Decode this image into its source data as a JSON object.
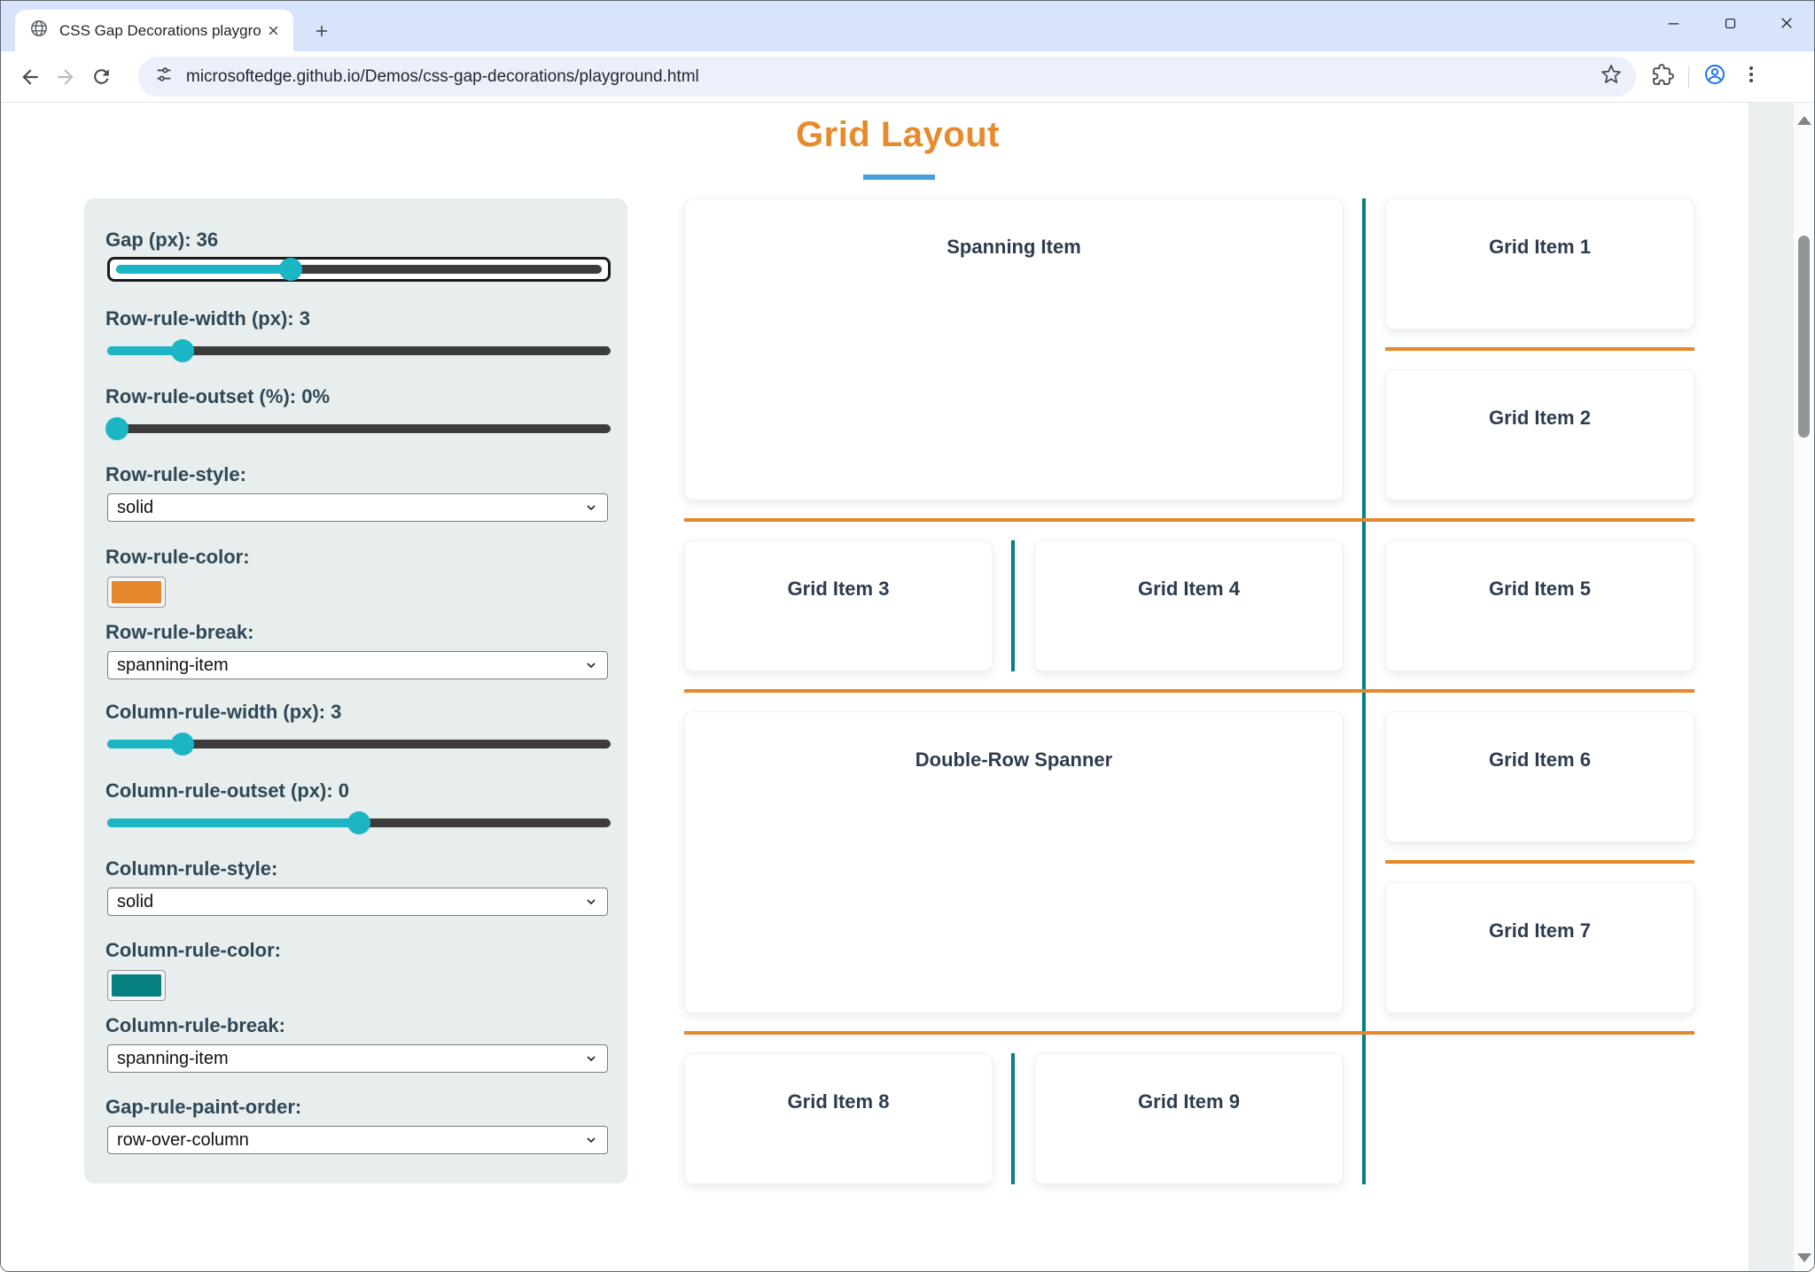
{
  "browser": {
    "tab_title": "CSS Gap Decorations playgroun",
    "url": "microsoftedge.github.io/Demos/css-gap-decorations/playground.html"
  },
  "page": {
    "title": "Grid Layout"
  },
  "theme": {
    "title_orange": "#e78a2b",
    "underline_blue": "#4aa0db",
    "row_rule_color": "#e5882b",
    "column_rule_color": "#057f7f",
    "slider_teal": "#1cb5c5",
    "panel_bg": "#e8eded",
    "label_color": "#2f4858"
  },
  "controls": {
    "gap": {
      "label": "Gap (px): 36",
      "percent": 36
    },
    "row_rule_width": {
      "label": "Row-rule-width (px): 3",
      "percent": 15
    },
    "row_rule_outset": {
      "label": "Row-rule-outset (%): 0%",
      "percent": 2
    },
    "row_rule_style": {
      "label": "Row-rule-style:",
      "value": "solid"
    },
    "row_rule_color": {
      "label": "Row-rule-color:",
      "value": "#e5882b"
    },
    "row_rule_break": {
      "label": "Row-rule-break:",
      "value": "spanning-item"
    },
    "column_rule_width": {
      "label": "Column-rule-width (px): 3",
      "percent": 15
    },
    "column_rule_outset": {
      "label": "Column-rule-outset (px): 0",
      "percent": 50
    },
    "column_rule_style": {
      "label": "Column-rule-style:",
      "value": "solid"
    },
    "column_rule_color": {
      "label": "Column-rule-color:",
      "value": "#057f7f"
    },
    "column_rule_break": {
      "label": "Column-rule-break:",
      "value": "spanning-item"
    },
    "gap_rule_paint_order": {
      "label": "Gap-rule-paint-order:",
      "value": "row-over-column"
    }
  },
  "grid": {
    "items": [
      {
        "label": "Spanning Item"
      },
      {
        "label": "Grid Item 1"
      },
      {
        "label": "Grid Item 2"
      },
      {
        "label": "Grid Item 3"
      },
      {
        "label": "Grid Item 4"
      },
      {
        "label": "Grid Item 5"
      },
      {
        "label": "Double-Row Spanner"
      },
      {
        "label": "Grid Item 6"
      },
      {
        "label": "Grid Item 7"
      },
      {
        "label": "Grid Item 8"
      },
      {
        "label": "Grid Item 9"
      }
    ]
  }
}
